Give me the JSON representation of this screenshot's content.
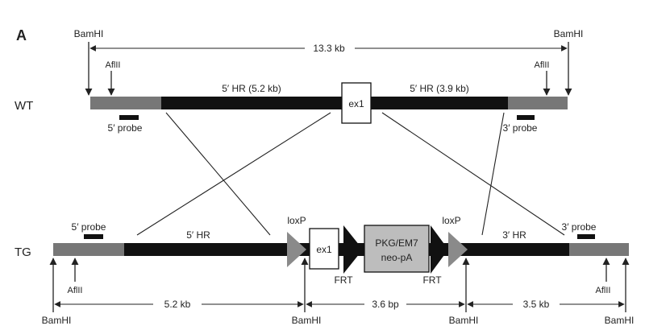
{
  "panel_label": "A",
  "colors": {
    "black": "#111111",
    "gray_arm": "#777777",
    "cassette_fill": "#bdbdbd",
    "loxp_gray": "#8a8a8a",
    "line": "#222222"
  },
  "wt": {
    "row_label": "WT",
    "bamhi_left": "BamHI",
    "bamhi_right": "BamHI",
    "span_label": "13.3 kb",
    "aflii_left": "AflII",
    "aflii_right": "AflII",
    "hr_left": "5′ HR (5.2 kb)",
    "hr_right": "5′ HR (3.9 kb)",
    "exon": "ex1",
    "probe_left": "5′ probe",
    "probe_right": "3′ probe"
  },
  "tg": {
    "row_label": "TG",
    "probe_left": "5′ probe",
    "probe_right": "3′ probe",
    "hr_left": "5′ HR",
    "hr_right": "3′ HR",
    "loxp_left": "loxP",
    "loxp_right": "loxP",
    "exon": "ex1",
    "cassette_line1": "PKG/EM7",
    "cassette_line2": "neo-pA",
    "frt_left": "FRT",
    "frt_right": "FRT",
    "aflii_left": "AflII",
    "aflii_right": "AflII",
    "bamhi_1": "BamHI",
    "bamhi_2": "BamHI",
    "bamhi_3": "BamHI",
    "bamhi_4": "BamHI",
    "span_1": "5.2 kb",
    "span_2": "3.6 bp",
    "span_3": "3.5 kb"
  }
}
